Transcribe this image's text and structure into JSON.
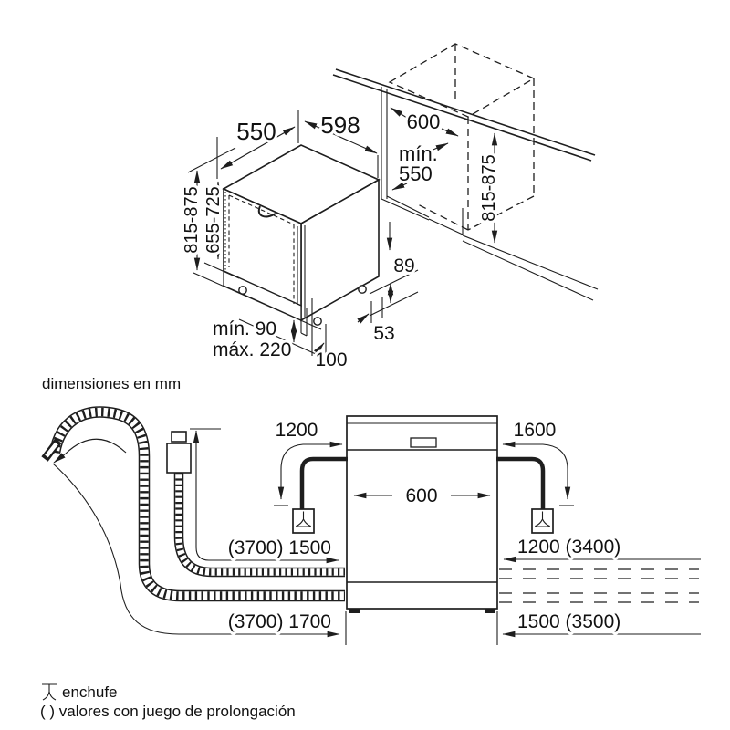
{
  "colors": {
    "ink": "#1e1e1e",
    "background": "#ffffff"
  },
  "top_view": {
    "width_top": "550",
    "width_door": "598",
    "niche_width": "600",
    "niche_depth_line1": "mín.",
    "niche_depth_line2": "550",
    "height_left": "815-875",
    "door_height": "655-725",
    "height_right": "815-875",
    "base_gap": "89",
    "side_gap": "53",
    "plinth_min": "mín. 90",
    "plinth_max": "máx. 220",
    "foot_offset": "100"
  },
  "units_note": "dimensiones en mm",
  "hose_view": {
    "cord_left": "1200",
    "cord_right": "1600",
    "width": "600",
    "supply_left": "(3700) 1500",
    "supply_right": "1200 (3400)",
    "drain_left": "(3700) 1700",
    "drain_right": "1500 (3500)"
  },
  "legend": {
    "plug_label": "enchufe",
    "parentheses_note": "( ) valores con juego de prolongación"
  }
}
